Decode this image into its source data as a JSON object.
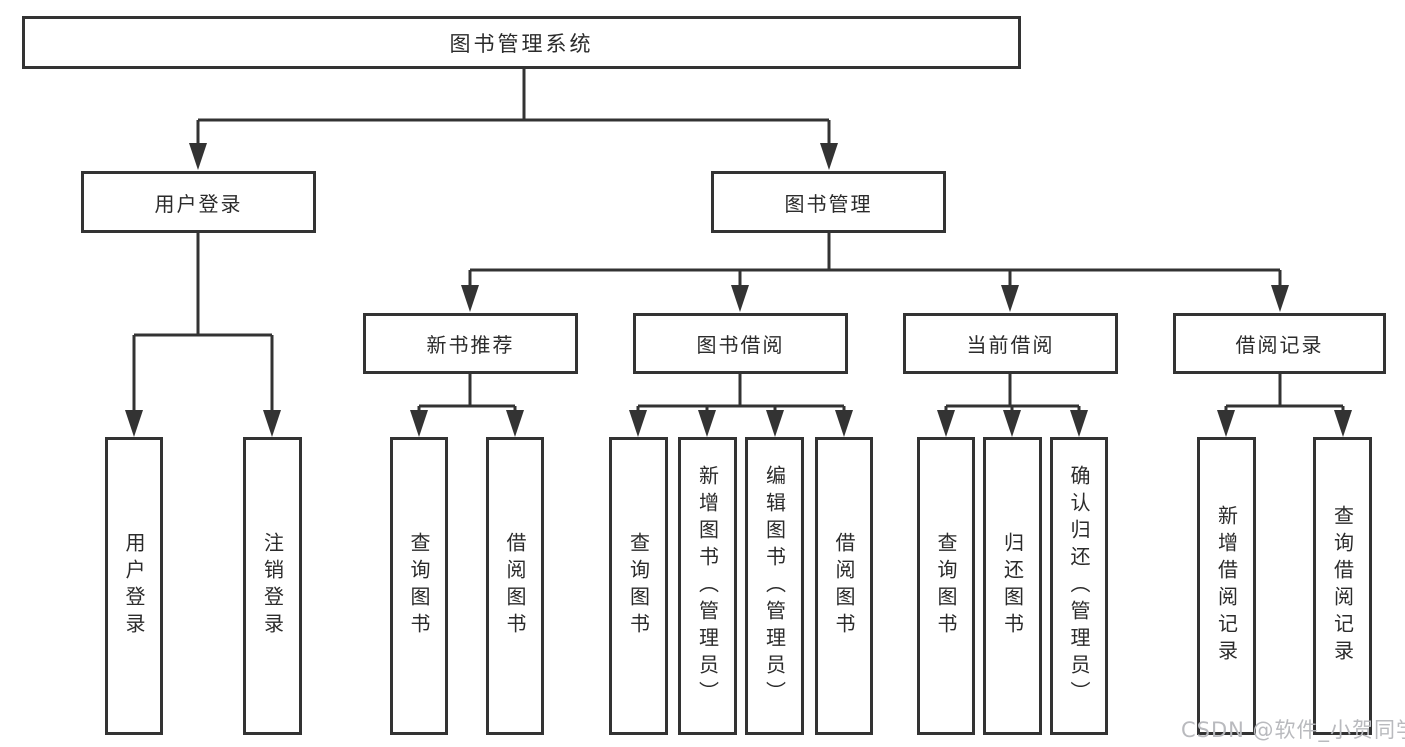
{
  "diagram": {
    "root": {
      "label": "图书管理系统"
    },
    "level2": [
      {
        "label": "用户登录"
      },
      {
        "label": "图书管理"
      }
    ],
    "level3": [
      {
        "label": "新书推荐"
      },
      {
        "label": "图书借阅"
      },
      {
        "label": "当前借阅"
      },
      {
        "label": "借阅记录"
      }
    ],
    "leaves": {
      "login": [
        "用户登录",
        "注销登录"
      ],
      "new_books": [
        "查询图书",
        "借阅图书"
      ],
      "book_borrow": [
        "查询图书",
        "新增图书（管理员）",
        "编辑图书（管理员）",
        "借阅图书"
      ],
      "current_borrow": [
        "查询图书",
        "归还图书",
        "确认归还（管理员）"
      ],
      "borrow_records": [
        "新增借阅记录",
        "查询借阅记录"
      ]
    }
  },
  "watermark": "CSDN @软件_小贺同学",
  "colors": {
    "line": "#333333",
    "box_border": "#333333",
    "box_fill": "#ffffff",
    "text": "#2b2b2b",
    "watermark_text": "#b9babe",
    "background": "#ffffff"
  }
}
